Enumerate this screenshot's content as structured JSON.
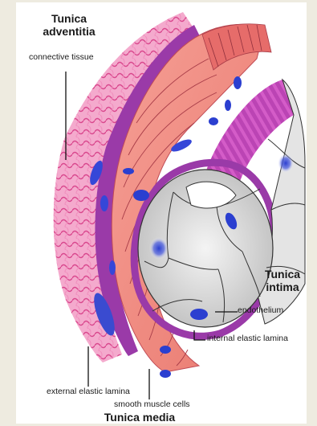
{
  "labels": {
    "adventitia_line1": "Tunica",
    "adventitia_line2": "adventitia",
    "connective_tissue": "connective tissue",
    "intima_line1": "Tunica",
    "intima_line2": "intima",
    "endothelium": "endothelium",
    "internal_elastic_lamina": "internal elastic lamina",
    "external_elastic_lamina": "external elastic lamina",
    "smooth_muscle_cells": "smooth muscle cells",
    "tunica_media": "Tunica media"
  },
  "colors": {
    "background": "#eeebe0",
    "adventitia": "#e8559a",
    "adventitia_light": "#f3a6c8",
    "media": "#f08a80",
    "media_dark": "#c04b55",
    "elastic_lamina": "#a040b0",
    "lumen": "#d9d9d9",
    "nucleus": "#2b3fd0"
  }
}
